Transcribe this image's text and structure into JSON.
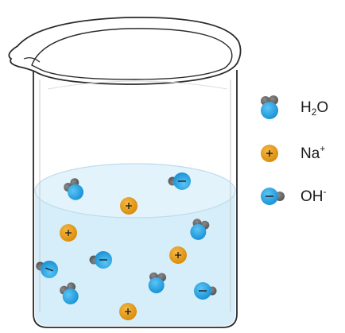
{
  "legend": {
    "water": {
      "main": "H",
      "sub": "2",
      "tail": "O",
      "icon": "water-molecule-icon"
    },
    "sodium": {
      "main": "Na",
      "sup": "+",
      "icon": "sodium-ion-icon"
    },
    "hydroxide": {
      "main": "OH",
      "sup": "-",
      "icon": "hydroxide-ion-icon"
    }
  },
  "colors": {
    "oxygen_blue": "#1fa3e6",
    "hydrogen_gray": "#6b6b6b",
    "sodium_orange": "#e89f1a",
    "solution": "#d6eef9",
    "glass_outline": "#2a2a2a"
  }
}
